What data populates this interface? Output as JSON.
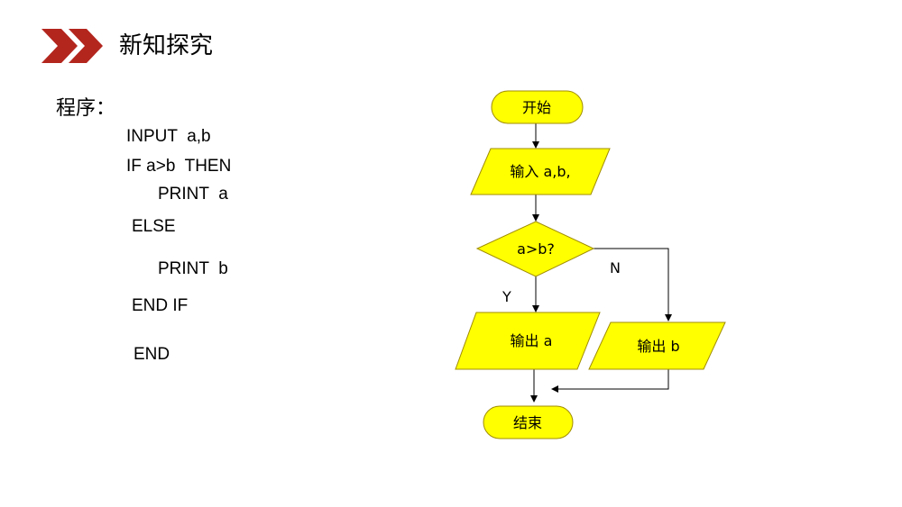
{
  "header": {
    "title": "新知探究"
  },
  "program": {
    "label": "程序：",
    "lines": [
      "INPUT  a,b",
      "IF a>b  THEN",
      "PRINT  a",
      "ELSE",
      "PRINT  b",
      "END IF",
      "END"
    ]
  },
  "flowchart": {
    "start": "开始",
    "input": "输入 a,b,",
    "decision": "a>b?",
    "yes_label": "Y",
    "no_label": "N",
    "output_a": "输出 a",
    "output_b": "输出 b",
    "end": "结束"
  },
  "colors": {
    "accent": "#b3261e",
    "shape_fill": "#ffff00",
    "shape_stroke": "#a08c00",
    "line": "#000000"
  }
}
